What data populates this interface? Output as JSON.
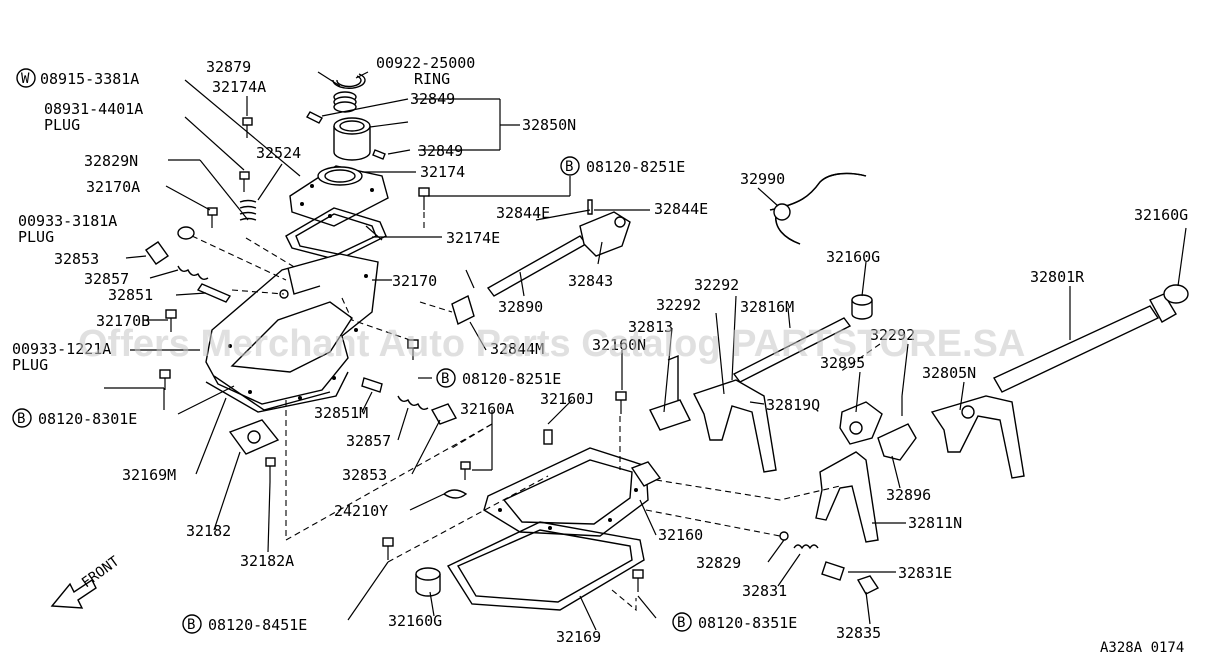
{
  "diagram": {
    "code": "A328A 0174",
    "front_label": "FRONT",
    "watermark": "Offers Merchant Auto Parts Catalog PARTSTORE.SA",
    "labels": {
      "p32879": "32879",
      "p00922": "00922-25000",
      "ring": "RING",
      "w08915": "08915-3381A",
      "w08915_prefix": "W",
      "p32174A": "32174A",
      "p32849a": "32849",
      "p08931": "08931-4401A",
      "plug1": "PLUG",
      "p32850N": "32850N",
      "p32849b": "32849",
      "p32829N": "32829N",
      "p32524": "32524",
      "b08120_8251E_a": "08120-8251E",
      "p32174": "32174",
      "p32170A": "32170A",
      "p32990": "32990",
      "p32844E_a": "32844E",
      "p32844E_b": "32844E",
      "p00933_a": "00933-3181A",
      "plug2": "PLUG",
      "p32174E": "32174E",
      "p32160G_r": "32160G",
      "p32853a": "32853",
      "p32843": "32843",
      "p32857a": "32857",
      "p32170": "32170",
      "p32292a": "32292",
      "p32160G_m": "32160G",
      "p32851": "32851",
      "p32890": "32890",
      "p32801R": "32801R",
      "p32292b": "32292",
      "p32816M": "32816M",
      "p32170B": "32170B",
      "p32813": "32813",
      "p32292c": "32292",
      "p00933_b": "00933-1221A",
      "plug3": "PLUG",
      "p32844M": "32844M",
      "p32160N": "32160N",
      "p32895": "32895",
      "p32805N": "32805N",
      "b08120_8251E_b": "08120-8251E",
      "b08120_8301E": "08120-8301E",
      "p32851M": "32851M",
      "p32160J": "32160J",
      "p32819Q": "32819Q",
      "p32160A": "32160A",
      "p32857b": "32857",
      "p32169M": "32169M",
      "p32853b": "32853",
      "p32896": "32896",
      "p24210Y": "24210Y",
      "p32811N": "32811N",
      "p32160": "32160",
      "p32182": "32182",
      "p32829": "32829",
      "p32182A": "32182A",
      "p32831E": "32831E",
      "p32831": "32831",
      "b08120_8451E": "08120-8451E",
      "p32160G_b": "32160G",
      "p32169": "32169",
      "b08120_8351E": "08120-8351E",
      "p32835": "32835",
      "b_prefix": "B"
    }
  }
}
